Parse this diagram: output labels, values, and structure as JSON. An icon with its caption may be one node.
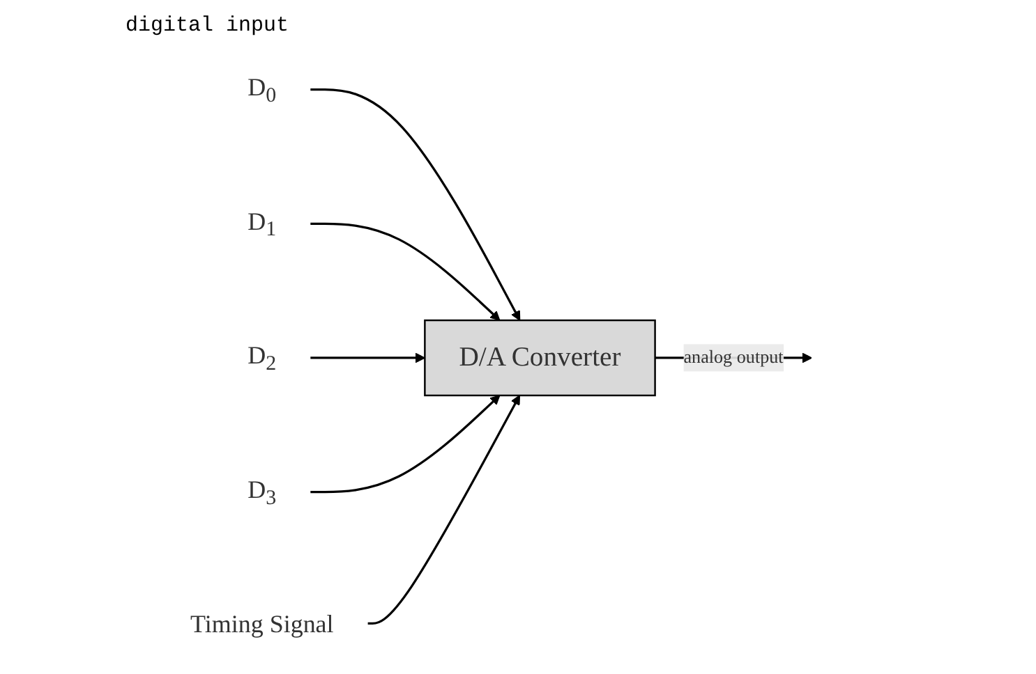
{
  "diagram": {
    "nodes": [
      {
        "text": [
          "D$_{0}$"
        ]
      },
      {
        "text": [
          "D$_{1}$"
        ]
      },
      {
        "text": [
          "D$_{2}$"
        ]
      },
      {
        "text": [
          "D$_{3}$"
        ]
      },
      {
        "text": [
          "D/A Converter"
        ]
      },
      {
        "text": [
          "Timing Signal"
        ]
      }
    ],
    "edges": [
      {
        "from": 0,
        "to": 4,
        "arrow": "to"
      },
      {
        "from": 1,
        "to": 4,
        "arrow": "to"
      },
      {
        "from": 2,
        "to": 4,
        "arrow": "to"
      },
      {
        "from": 3,
        "to": 4,
        "arrow": "to"
      },
      {
        "from": 5,
        "to": 4,
        "arrow": "to"
      },
      {
        "from": 4,
        "to": null,
        "label": "analog output",
        "arrow": "to"
      }
    ],
    "labels": [
      "digital input"
    ]
  }
}
